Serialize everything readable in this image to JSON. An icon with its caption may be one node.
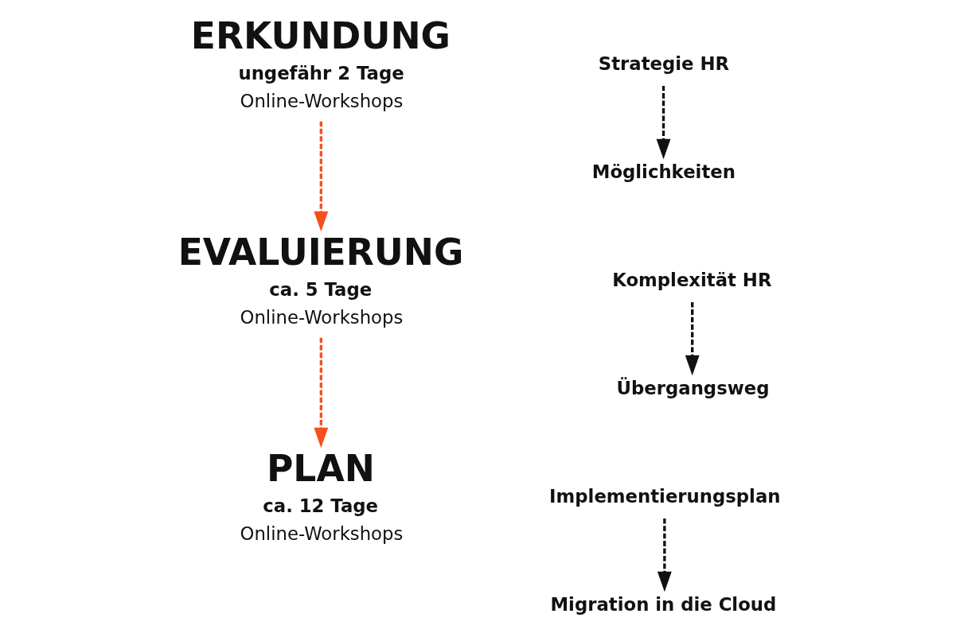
{
  "diagram": {
    "nodes": [
      {
        "text": [
          "ERKUNDUNG",
          "ungefähr 2 Tage",
          "Online-Workshops"
        ]
      },
      {
        "text": [
          "Strategie HR"
        ]
      },
      {
        "text": [
          "Möglichkeiten"
        ]
      },
      {
        "text": [
          "EVALUIERUNG",
          "ca. 5 Tage",
          "Online-Workshops"
        ]
      },
      {
        "text": [
          "Komplexität HR"
        ]
      },
      {
        "text": [
          "Übergangsweg"
        ]
      },
      {
        "text": [
          "PLAN",
          "ca. 12 Tage",
          "Online-Workshops"
        ]
      },
      {
        "text": [
          "Implementierungsplan"
        ]
      },
      {
        "text": [
          "Migration in die Cloud"
        ]
      }
    ],
    "edges": [
      {
        "from": 0,
        "to": 3,
        "arrow": "to",
        "style": "dashed",
        "color": "#f4511e"
      },
      {
        "from": 1,
        "to": 2,
        "arrow": "to",
        "style": "dashed"
      },
      {
        "from": 3,
        "to": 6,
        "arrow": "to",
        "style": "dashed",
        "color": "#f4511e"
      },
      {
        "from": 4,
        "to": 5,
        "arrow": "to",
        "style": "dashed"
      },
      {
        "from": 7,
        "to": 8,
        "arrow": "to",
        "style": "dashed"
      }
    ]
  }
}
